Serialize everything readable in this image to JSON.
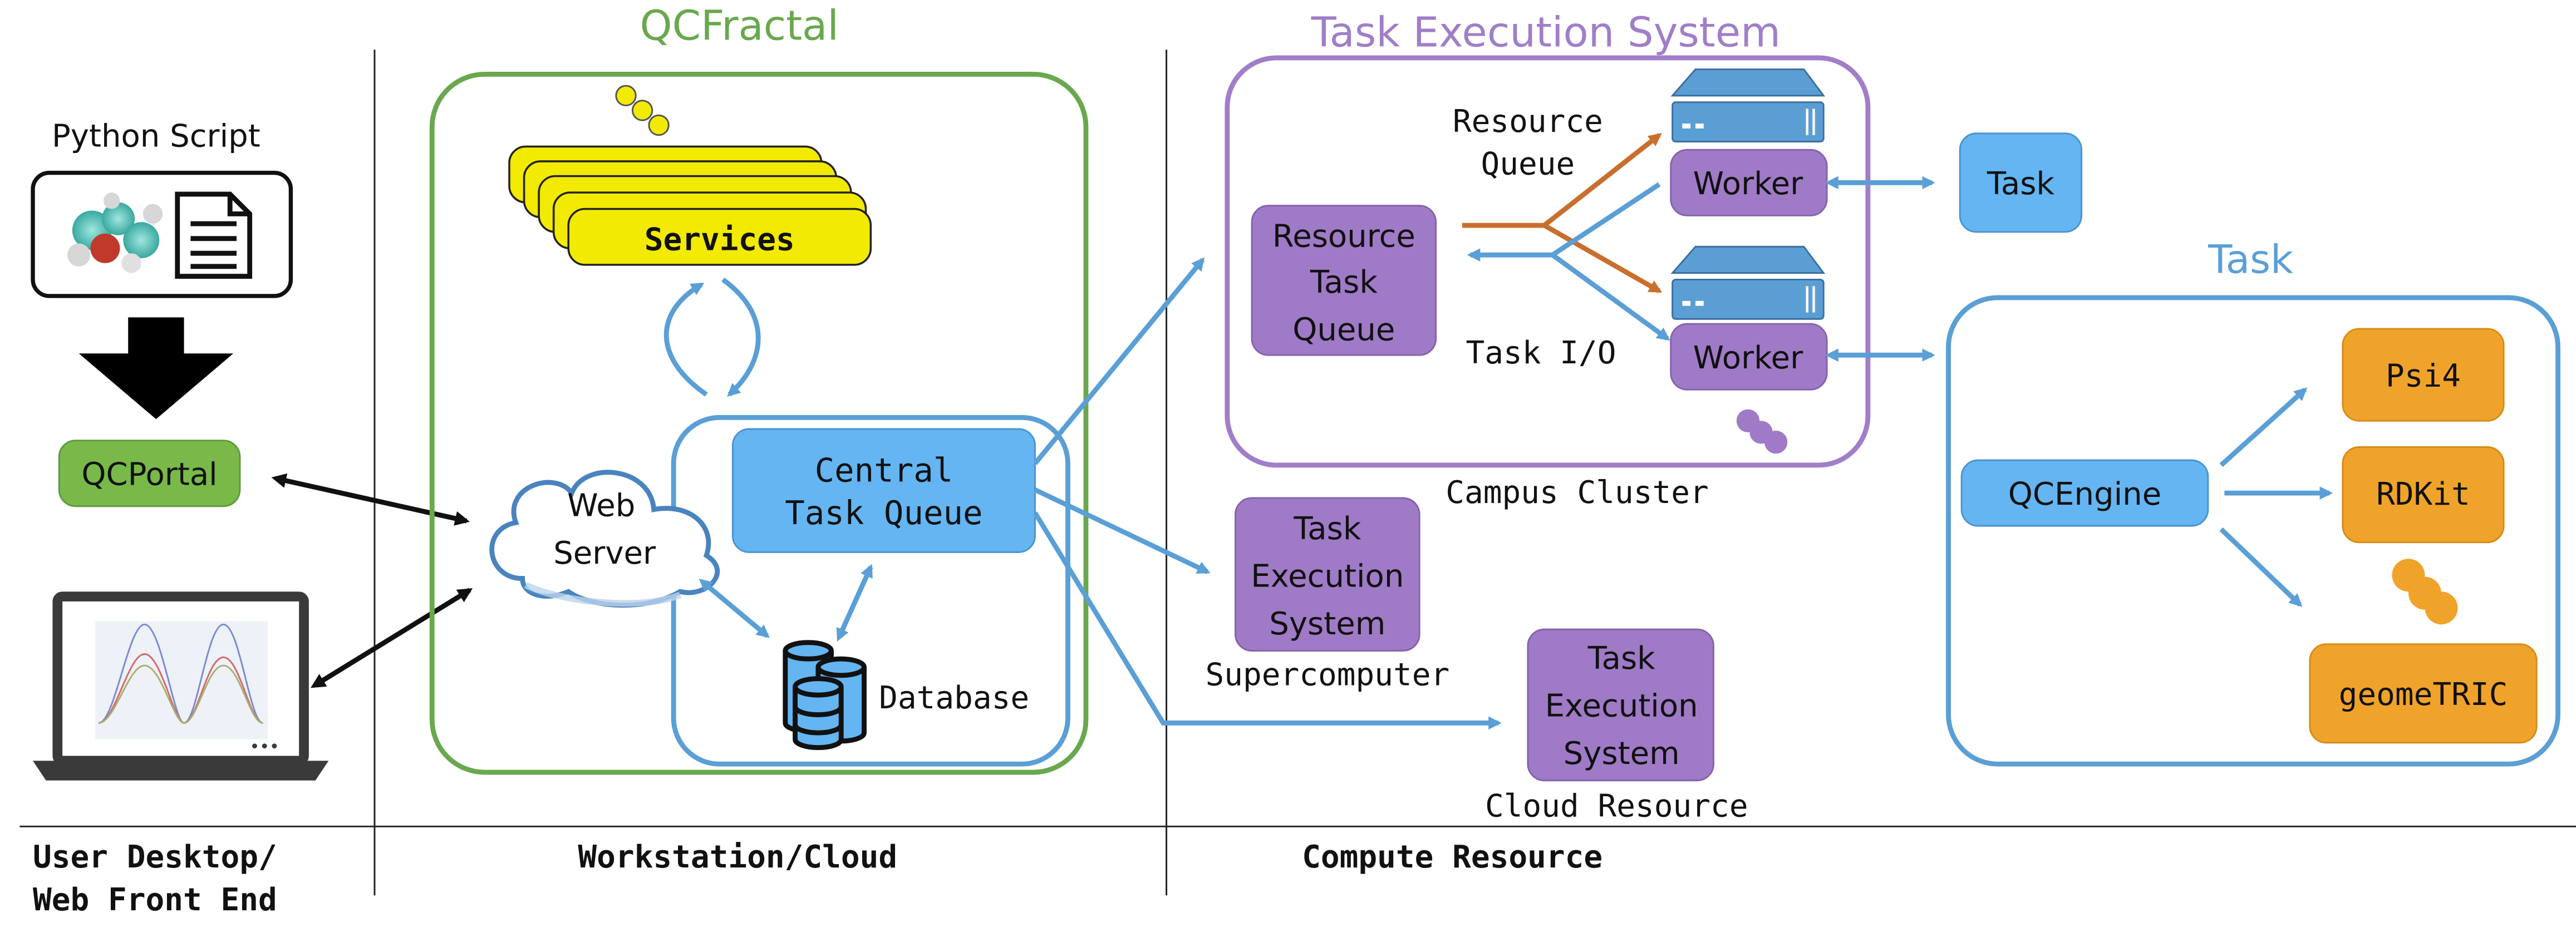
{
  "left": {
    "python_script_label": "Python Script",
    "qcportal_label": "QCPortal"
  },
  "fractal": {
    "title": "QCFractal",
    "services_label": "Services",
    "web_server_line1": "Web",
    "web_server_line2": "Server",
    "central_queue_line1": "Central",
    "central_queue_line2": "Task Queue",
    "database_label": "Database"
  },
  "tes": {
    "title": "Task Execution System",
    "resource_queue_line1": "Resource",
    "resource_queue_line2": "Queue",
    "resource_task_queue_line1": "Resource",
    "resource_task_queue_line2": "Task",
    "resource_task_queue_line3": "Queue",
    "worker_label": "Worker",
    "task_io_label": "Task I/O",
    "campus_cluster_label": "Campus Cluster",
    "task_label": "Task"
  },
  "supercomputer": {
    "box_line1": "Task",
    "box_line2": "Execution",
    "box_line3": "System",
    "label": "Supercomputer"
  },
  "cloud": {
    "box_line1": "Task",
    "box_line2": "Execution",
    "box_line3": "System",
    "label": "Cloud Resource"
  },
  "task_panel": {
    "title": "Task",
    "qcengine_label": "QCEngine",
    "psi4_label": "Psi4",
    "rdkit_label": "RDKit",
    "geometric_label": "geomeTRIC"
  },
  "footer": {
    "col1_line1": "User Desktop/",
    "col1_line2": "Web Front End",
    "col2": "Workstation/Cloud",
    "col3": "Compute Resource"
  },
  "colors": {
    "green": "#6aa84f",
    "green_fill": "#78b94a",
    "purple": "#a17ec8",
    "purple_fill": "#9f7ac6",
    "blue": "#5a9fd6",
    "blue_fill": "#64b5f2",
    "orange": "#f0a32a",
    "orange_arrow": "#c96f2d",
    "yellow": "#f2ea00"
  }
}
